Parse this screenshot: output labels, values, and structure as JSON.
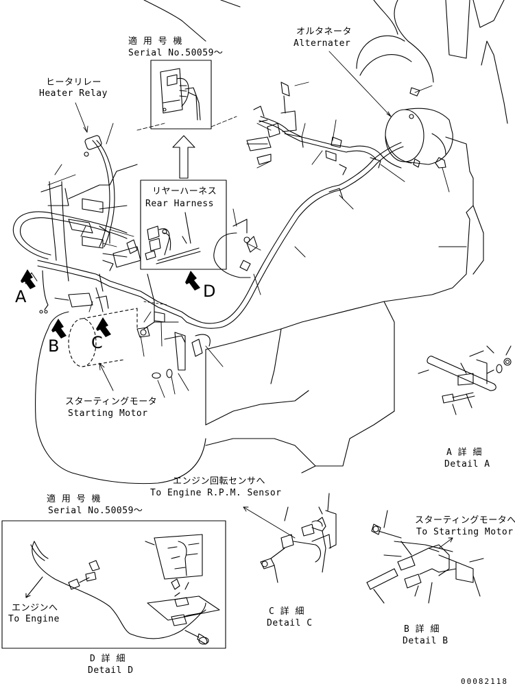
{
  "labels": {
    "serial_top_jp": "適 用 号 機",
    "serial_top_en": "Serial No.50059～",
    "alternator_jp": "オルタネータ",
    "alternator_en": "Alternater",
    "heater_relay_jp": "ヒータリレー",
    "heater_relay_en": "Heater Relay",
    "rear_harness_jp": "リヤーハーネス",
    "rear_harness_en": "Rear Harness",
    "starting_motor_jp": "スターティングモータ",
    "starting_motor_en": "Starting Motor",
    "detail_a_jp": "A 詳 細",
    "detail_a_en": "Detail A",
    "rpm_sensor_jp": "エンジン回転センサへ",
    "rpm_sensor_en": "To Engine R.P.M. Sensor",
    "serial_bottom_jp": "適 用 号 機",
    "serial_bottom_en": "Serial No.50059～",
    "to_starting_motor_jp": "スターティングモータへ",
    "to_starting_motor_en": "To Starting Motor",
    "to_engine_jp": "エンジンへ",
    "to_engine_en": "To Engine",
    "detail_c_jp": "C 詳 細",
    "detail_c_en": "Detail C",
    "detail_b_jp": "B 詳 細",
    "detail_b_en": "Detail B",
    "detail_d_jp": "D 詳 細",
    "detail_d_en": "Detail D",
    "drawing_number": "00082118"
  },
  "view_arrows": {
    "a": "A",
    "b": "B",
    "c": "C",
    "d": "D"
  }
}
